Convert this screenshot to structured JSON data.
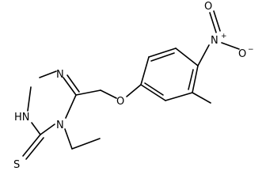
{
  "molecule": {
    "atoms": {
      "n_ring_top": "N",
      "hn_ring": "HN",
      "n_ethyl": "N",
      "s_thione": "S",
      "o_ether": "O",
      "n_nitro": "N",
      "n_nitro_charge": "+",
      "o_nitro_top": "O",
      "o_nitro_right": "O",
      "o_nitro_right_charge": "−"
    }
  }
}
